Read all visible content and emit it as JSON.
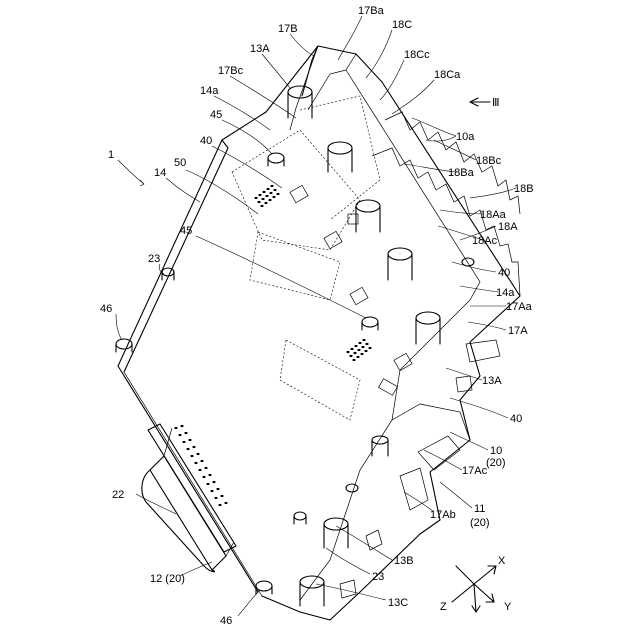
{
  "labels": {
    "fig_arrow": "1",
    "n14": "14",
    "n50": "50",
    "n40a": "40",
    "n45a": "45",
    "n14a_top": "14a",
    "n17Bc": "17Bc",
    "n13A_top": "13A",
    "n17B": "17B",
    "n17Ba": "17Ba",
    "n18C": "18C",
    "n18Cc": "18Cc",
    "n18Ca": "18Ca",
    "n10a": "10a",
    "n18Bc": "18Bc",
    "n18Ba": "18Ba",
    "n18B": "18B",
    "n18Aa": "18Aa",
    "n18A": "18A",
    "n18Ac": "18Ac",
    "n40b": "40",
    "n14a_mid": "14a",
    "n17Aa": "17Aa",
    "n17A": "17A",
    "n13A_mid": "13A",
    "n40c": "40",
    "n10": "10",
    "n20a": "(20)",
    "n17Ac": "17Ac",
    "n11": "11",
    "n20b": "(20)",
    "n17Ab": "17Ab",
    "n13B": "13B",
    "n23b": "23",
    "n13C": "13C",
    "n23a": "23",
    "n45b": "45",
    "n46a": "46",
    "n46b": "46",
    "n22": "22",
    "n12": "12 (20)",
    "view_III": "Ⅲ",
    "ax_X": "X",
    "ax_Y": "Y",
    "ax_Z": "Z"
  }
}
